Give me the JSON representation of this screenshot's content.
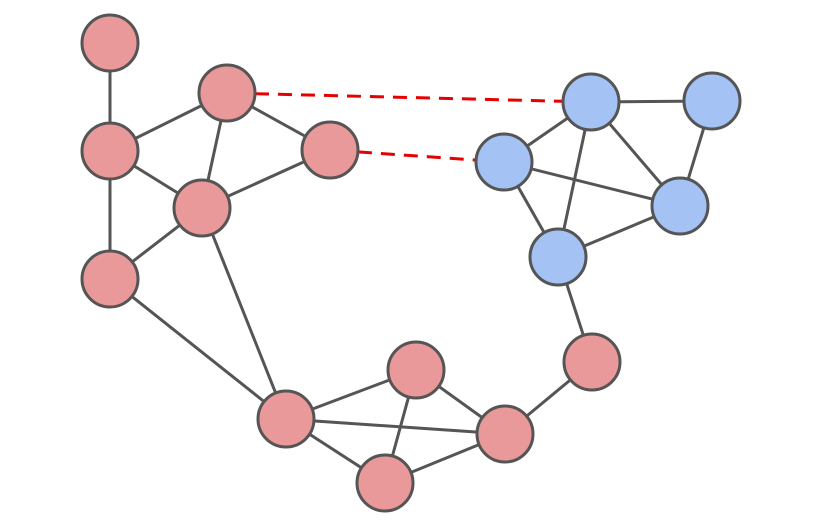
{
  "diagram": {
    "colors": {
      "group_a": "#e99999",
      "group_b": "#a4c2f4",
      "edge": "#555555",
      "cross_link": "#e60000"
    },
    "nodes": [
      {
        "id": "a1",
        "group": "group_a"
      },
      {
        "id": "a2",
        "group": "group_a"
      },
      {
        "id": "a3",
        "group": "group_a"
      },
      {
        "id": "a4",
        "group": "group_a"
      },
      {
        "id": "a5",
        "group": "group_a"
      },
      {
        "id": "a6",
        "group": "group_a"
      },
      {
        "id": "a7",
        "group": "group_a"
      },
      {
        "id": "a8",
        "group": "group_a"
      },
      {
        "id": "a9",
        "group": "group_a"
      },
      {
        "id": "a10",
        "group": "group_a"
      },
      {
        "id": "a11",
        "group": "group_a"
      },
      {
        "id": "b1",
        "group": "group_b"
      },
      {
        "id": "b2",
        "group": "group_b"
      },
      {
        "id": "b3",
        "group": "group_b"
      },
      {
        "id": "b4",
        "group": "group_b"
      },
      {
        "id": "b5",
        "group": "group_b"
      }
    ],
    "edges": [
      {
        "from": "a1",
        "to": "a3"
      },
      {
        "from": "a2",
        "to": "a3"
      },
      {
        "from": "a2",
        "to": "a4"
      },
      {
        "from": "a2",
        "to": "a5"
      },
      {
        "from": "a3",
        "to": "a5"
      },
      {
        "from": "a4",
        "to": "a5"
      },
      {
        "from": "a3",
        "to": "a6"
      },
      {
        "from": "a5",
        "to": "a6"
      },
      {
        "from": "a5",
        "to": "a7"
      },
      {
        "from": "a6",
        "to": "a7"
      },
      {
        "from": "a7",
        "to": "a8"
      },
      {
        "from": "a7",
        "to": "a9"
      },
      {
        "from": "a7",
        "to": "a10"
      },
      {
        "from": "a8",
        "to": "a9"
      },
      {
        "from": "a8",
        "to": "a10"
      },
      {
        "from": "a9",
        "to": "a10"
      },
      {
        "from": "a9",
        "to": "a11"
      },
      {
        "from": "a11",
        "to": "b5"
      },
      {
        "from": "b1",
        "to": "b2"
      },
      {
        "from": "b1",
        "to": "b3"
      },
      {
        "from": "b1",
        "to": "b4"
      },
      {
        "from": "b1",
        "to": "b5"
      },
      {
        "from": "b2",
        "to": "b4"
      },
      {
        "from": "b3",
        "to": "b4"
      },
      {
        "from": "b3",
        "to": "b5"
      },
      {
        "from": "b4",
        "to": "b5"
      }
    ],
    "cross_links": [
      {
        "from": "a2",
        "to": "b1"
      },
      {
        "from": "a4",
        "to": "b3"
      }
    ]
  }
}
